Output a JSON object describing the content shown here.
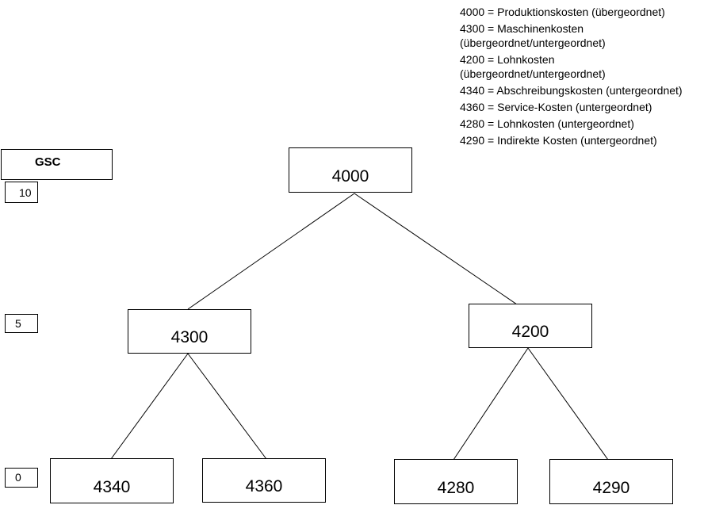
{
  "legend": [
    "4000 = Produktionskosten (übergeordnet)",
    "4300 = Maschinenkosten (übergeordnet/untergeordnet)",
    "4200 = Lohnkosten (übergeordnet/untergeordnet)",
    "4340 = Abschreibungskosten (untergeordnet)",
    "4360 = Service-Kosten (untergeordnet)",
    "4280 = Lohnkosten (untergeordnet)",
    "4290 = Indirekte Kosten (untergeordnet)"
  ],
  "scale": {
    "title": "GSC",
    "levels": [
      "10",
      "5",
      "0"
    ]
  },
  "nodes": {
    "root": "4000",
    "left_mid": "4300",
    "right_mid": "4200",
    "leaf_1": "4340",
    "leaf_2": "4360",
    "leaf_3": "4280",
    "leaf_4": "4290"
  },
  "edges": [
    [
      "root",
      "left_mid"
    ],
    [
      "root",
      "right_mid"
    ],
    [
      "left_mid",
      "leaf_1"
    ],
    [
      "left_mid",
      "leaf_2"
    ],
    [
      "right_mid",
      "leaf_3"
    ],
    [
      "right_mid",
      "leaf_4"
    ]
  ]
}
